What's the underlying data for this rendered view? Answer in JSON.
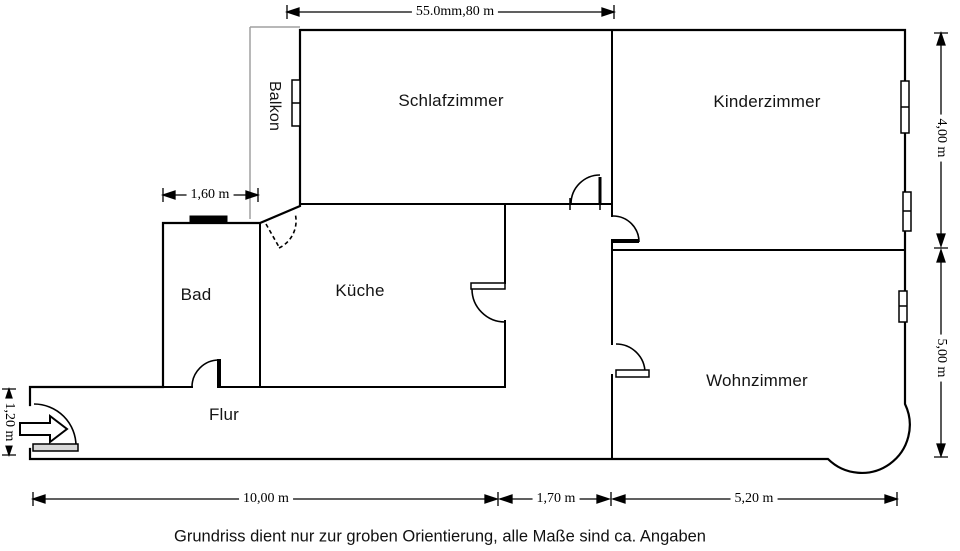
{
  "plan": {
    "caption": "Grundriss dient nur zur groben Orientierung, alle Maße sind ca. Angaben",
    "rooms": {
      "balkon": "Balkon",
      "schlafzimmer": "Schlafzimmer",
      "kinderzimmer": "Kinderzimmer",
      "bad": "Bad",
      "kueche": "Küche",
      "flur": "Flur",
      "wohnzimmer": "Wohnzimmer"
    },
    "dimensions": {
      "top_width": "55.0mm,80 m",
      "bad_width": "1,60 m",
      "entry_height": "1,20 m",
      "right_upper_height": "4,00 m",
      "right_lower_height": "5,00 m",
      "bottom_left_width": "10,00 m",
      "bottom_middle_width": "1,70 m",
      "bottom_right_width": "5,20 m"
    },
    "colors": {
      "wall": "#000000",
      "balcony_outline": "#a0a0a0",
      "background": "#ffffff",
      "text": "#111111"
    }
  }
}
